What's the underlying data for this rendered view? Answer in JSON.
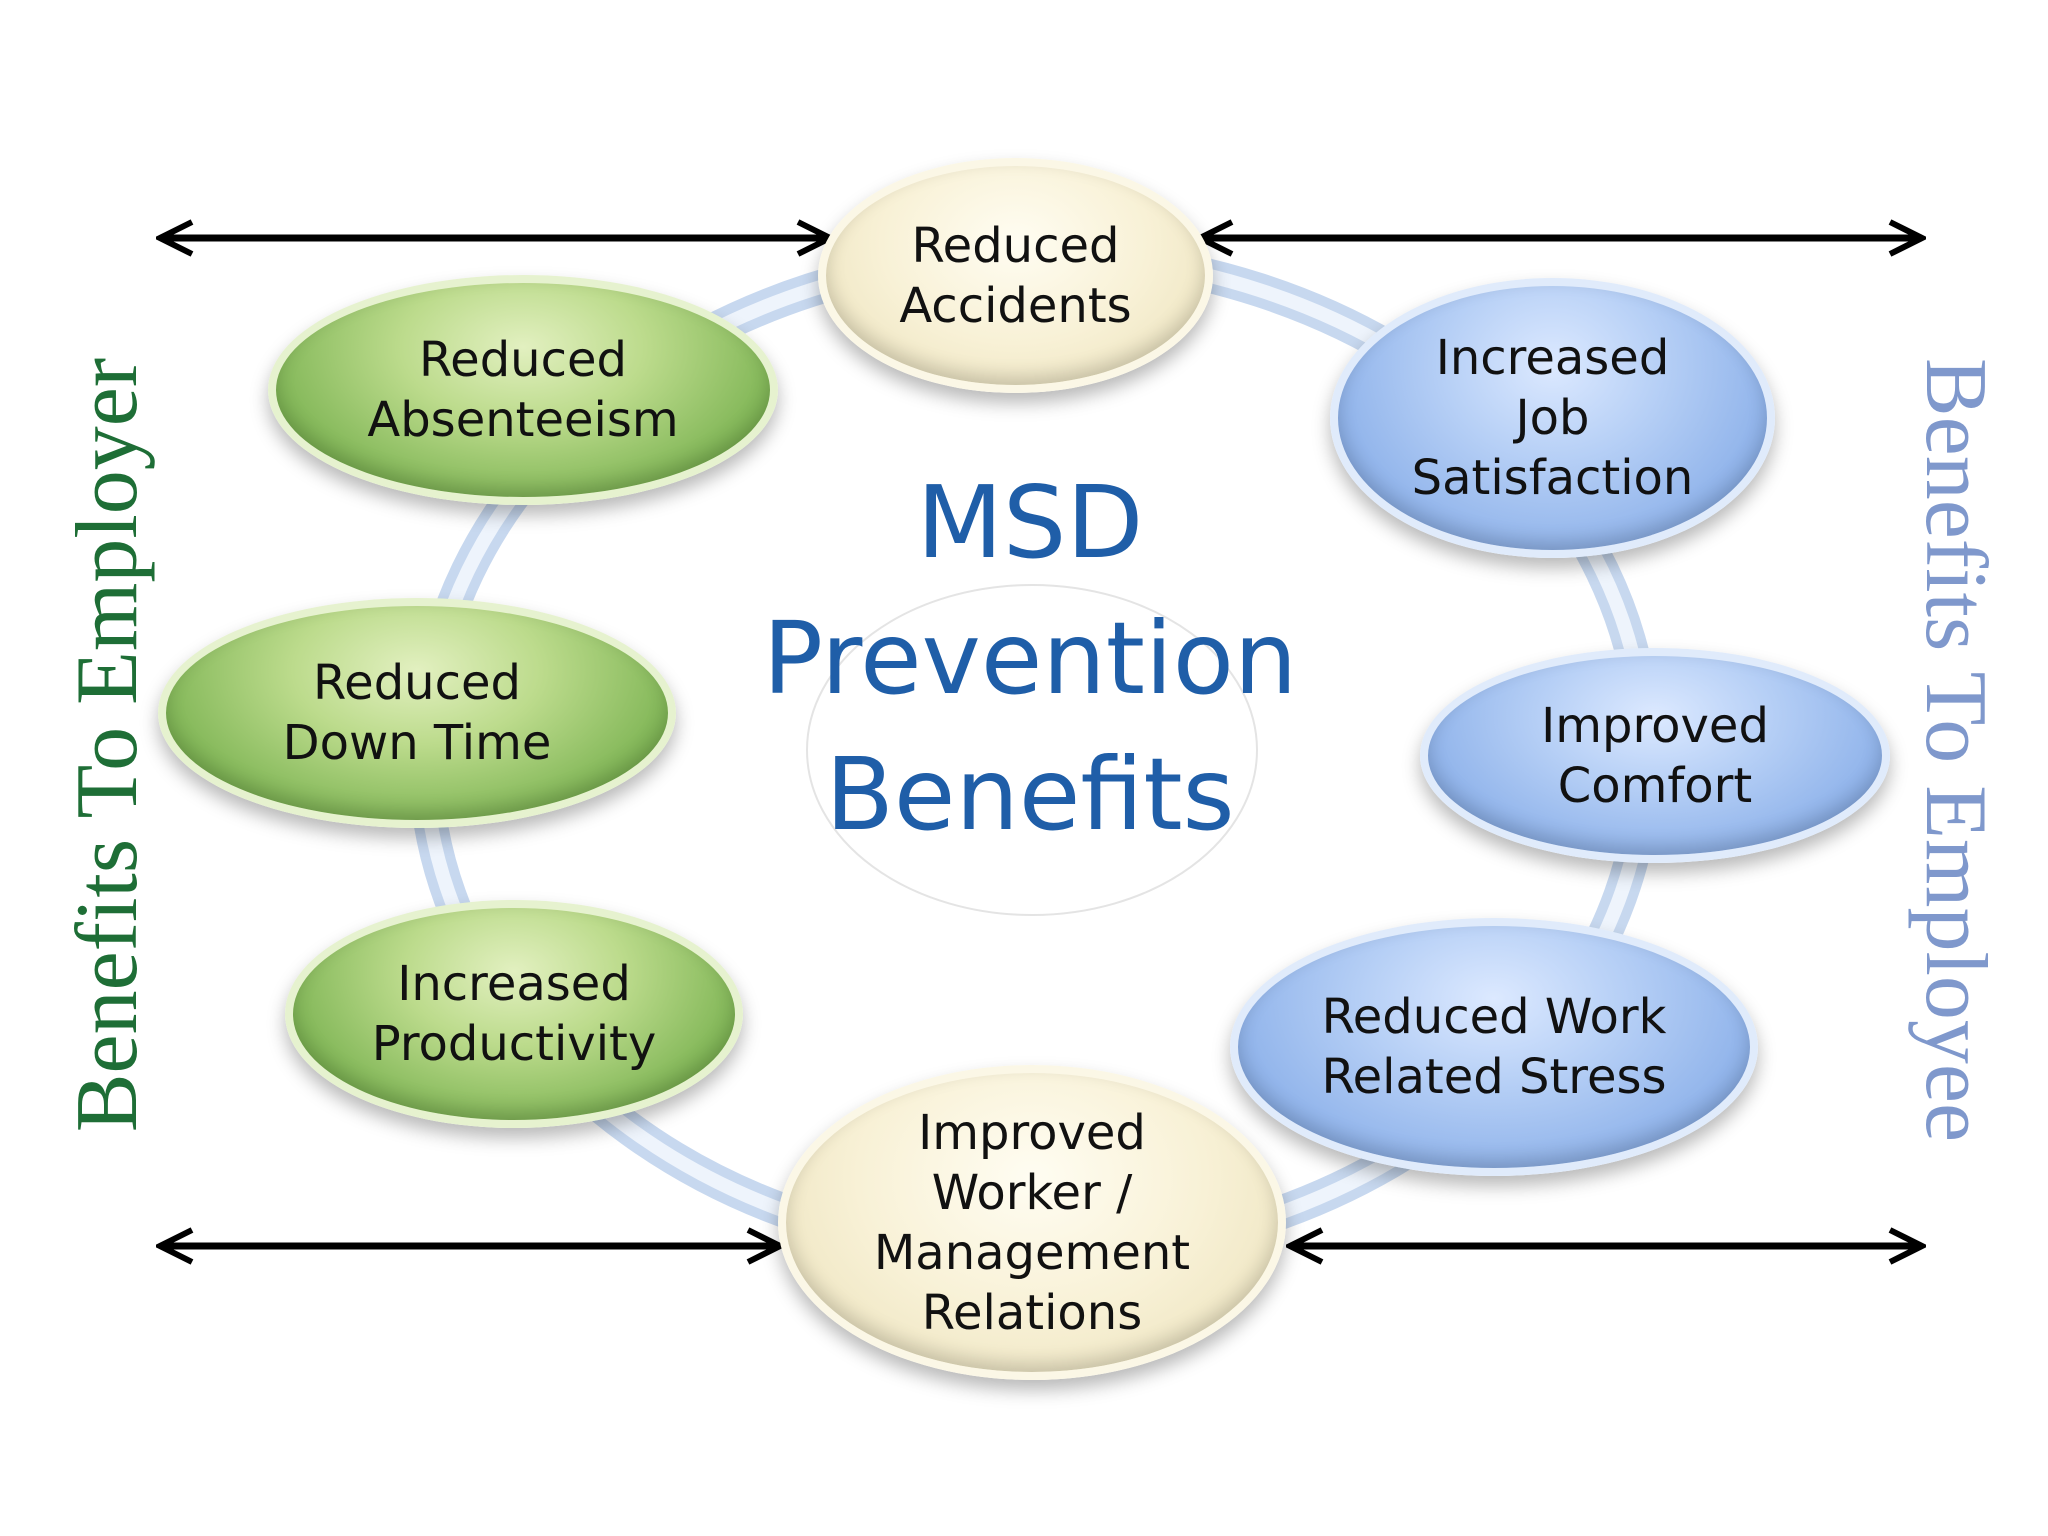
{
  "diagram": {
    "center_title": [
      "MSD",
      "Prevention",
      "Benefits"
    ],
    "side_labels": {
      "left": "Benefits To Employer",
      "right": "Benefits To Employee"
    },
    "nodes": {
      "top": "Reduced\nAccidents",
      "left_top": "Reduced\nAbsenteeism",
      "left_middle": "Reduced\nDown Time",
      "left_bottom": "Increased\nProductivity",
      "right_top": "Increased\nJob\nSatisfaction",
      "right_middle": "Improved\nComfort",
      "right_bottom": "Reduced Work\nRelated Stress",
      "bottom": "Improved\nWorker /\nManagement\nRelations"
    },
    "colors": {
      "employer": "#1e6e36",
      "employee": "#7f98cc",
      "title": "#1f5ea8",
      "employer_nodes": "#8cbf5e",
      "employee_nodes": "#9dbdf0",
      "shared_nodes": "#f5eccd"
    }
  }
}
